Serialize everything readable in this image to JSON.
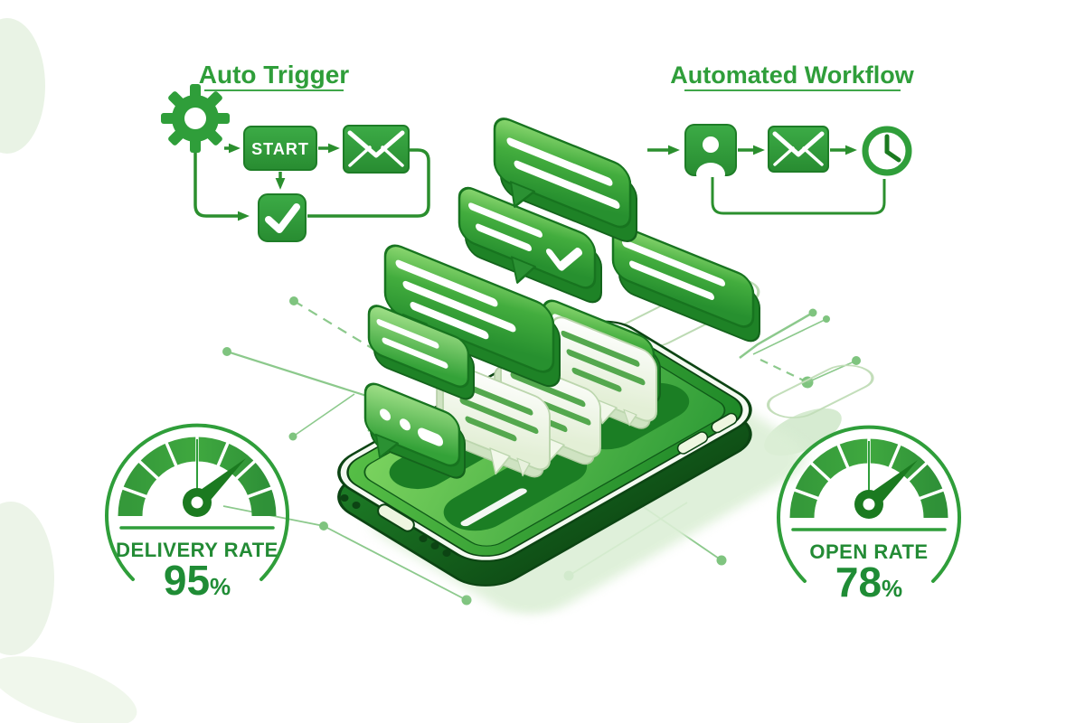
{
  "left_flow": {
    "title": "Auto Trigger",
    "start_label": "START",
    "icons": [
      "gear-icon",
      "envelope-icon",
      "checkmark-icon"
    ]
  },
  "right_flow": {
    "title": "Automated Workflow",
    "icons": [
      "user-icon",
      "envelope-icon",
      "clock-icon"
    ]
  },
  "metrics": {
    "delivery": {
      "label": "DELIVERY RATE",
      "value": "95",
      "unit": "%"
    },
    "open": {
      "label": "OPEN RATE",
      "value": "78",
      "unit": "%"
    }
  },
  "colors": {
    "primary_green": "#2f9e3a",
    "dark_outline": "#0c4413",
    "bubble_side_green": "#1e8226",
    "circuit_line": "#86c786",
    "white_bubble": "#f6fbf0",
    "phone_shadow": "#d9edd3"
  }
}
